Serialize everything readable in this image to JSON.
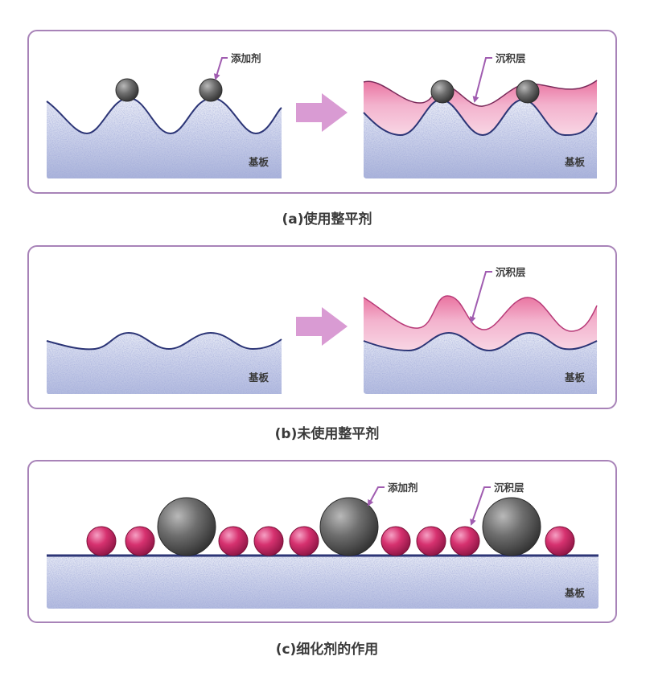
{
  "labels": {
    "additive": "添加剂",
    "deposit": "沉积层",
    "substrate": "基板"
  },
  "captions": {
    "a": "(a)使用整平剂",
    "b": "(b)未使用整平剂",
    "c": "(c)细化剂的作用"
  },
  "colors": {
    "frame": "#a883b8",
    "substrate": "#c5cbe6",
    "substrate_edge": "#2c3576",
    "deposit": "#ee9ec0",
    "deposit_edge": "#b83a78",
    "arrow": "#d99bd3",
    "pointer": "#a05cb0",
    "particle_gray": "#6b6b6b",
    "particle_pink": "#d0306e"
  }
}
